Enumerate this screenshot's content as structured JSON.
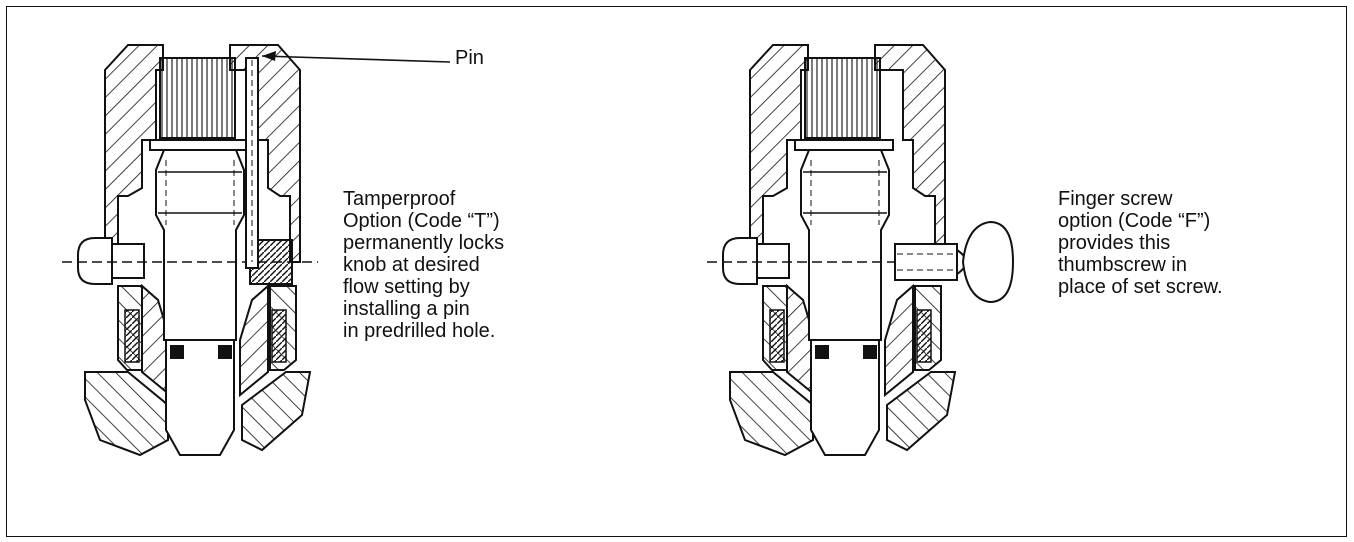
{
  "figure": {
    "pin_label": "Pin",
    "tamperproof_lines": [
      "Tamperproof",
      "Option (Code “T”)",
      "permanently locks",
      "knob at desired",
      "flow setting by",
      "installing a pin",
      "in predrilled hole."
    ],
    "finger_screw_lines": [
      "Finger screw",
      "option (Code “F”)",
      "provides this",
      "thumbscrew in",
      "place of set screw."
    ]
  }
}
